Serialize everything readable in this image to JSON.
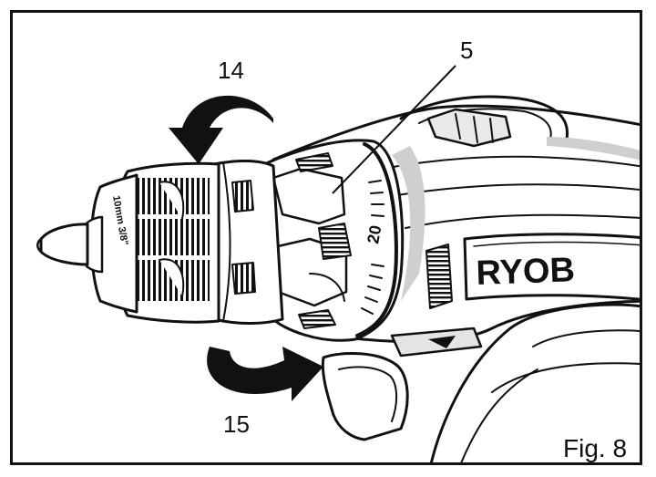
{
  "callouts": {
    "rotate_forward": "14",
    "rotate_reverse": "15",
    "torque_ring": "5"
  },
  "dial": {
    "torque_number": "20"
  },
  "chuck": {
    "markings": "10mm 3/8\""
  },
  "brand": {
    "logo": "RYOB"
  },
  "figure": {
    "label": "Fig. 8"
  },
  "colors": {
    "ink": "#111111",
    "paper": "#ffffff",
    "shade": "#cfcfcf"
  }
}
